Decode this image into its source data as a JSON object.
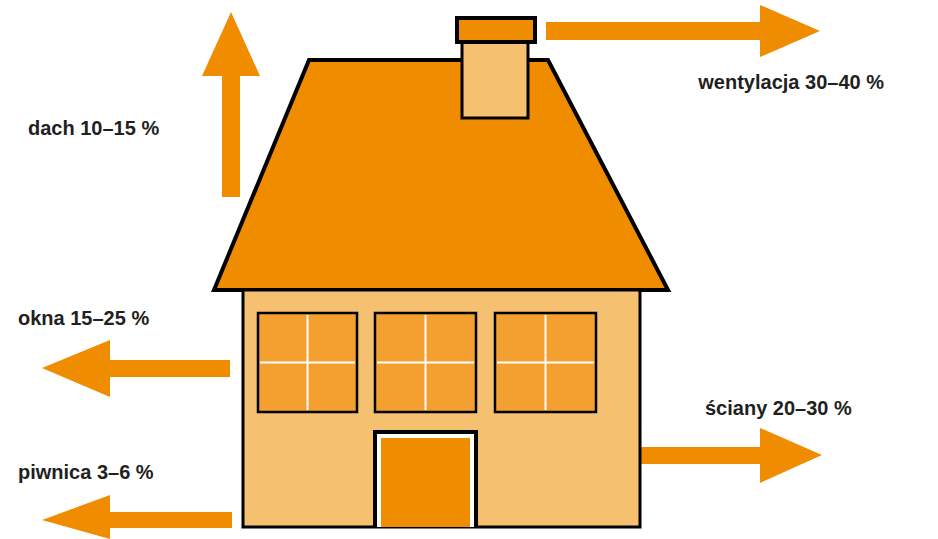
{
  "diagram": {
    "labels": [
      "dach 10–15 %",
      "wentylacja 30–40 %",
      "okna 15–25 %",
      "ściany 20–30 %",
      "piwnica 3–6 %"
    ]
  }
}
